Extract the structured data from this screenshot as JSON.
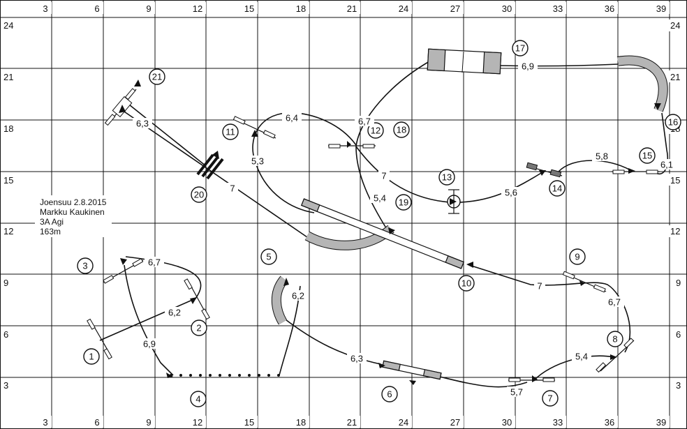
{
  "course_info": {
    "lines": [
      "Joensuu 2.8.2015",
      "Markku Kaukinen",
      "3A Agi",
      "163m"
    ]
  },
  "axis": {
    "top_labels": [
      "3",
      "6",
      "9",
      "12",
      "15",
      "18",
      "21",
      "24",
      "27",
      "30",
      "33",
      "36",
      "39"
    ],
    "bottom_labels": [
      "3",
      "6",
      "9",
      "12",
      "15",
      "18",
      "21",
      "24",
      "27",
      "30",
      "33",
      "36",
      "39"
    ],
    "left_labels": [
      "24",
      "21",
      "18",
      "15",
      "12",
      "9",
      "6",
      "3"
    ],
    "right_labels": [
      "24",
      "21",
      "18",
      "15",
      "12",
      "9",
      "6",
      "3"
    ]
  },
  "obstacles": [
    {
      "n": "1"
    },
    {
      "n": "2"
    },
    {
      "n": "3"
    },
    {
      "n": "4"
    },
    {
      "n": "5"
    },
    {
      "n": "6"
    },
    {
      "n": "7"
    },
    {
      "n": "8"
    },
    {
      "n": "9"
    },
    {
      "n": "10"
    },
    {
      "n": "11"
    },
    {
      "n": "12"
    },
    {
      "n": "13"
    },
    {
      "n": "14"
    },
    {
      "n": "15"
    },
    {
      "n": "16"
    },
    {
      "n": "17"
    },
    {
      "n": "18"
    },
    {
      "n": "19"
    },
    {
      "n": "20"
    },
    {
      "n": "21"
    }
  ],
  "distances": [
    "6,2",
    "6,7",
    "6,9",
    "6,2",
    "6,3",
    "5,7",
    "5,4",
    "6,7",
    "7",
    "5,4",
    "5,3",
    "6,4",
    "6,7",
    "7",
    "5,6",
    "5,8",
    "6,1",
    "6,9",
    "7",
    "6,3"
  ],
  "colors": {
    "tunnel_fill": "#b5b5b5",
    "line": "#111111",
    "background": "#ffffff"
  }
}
